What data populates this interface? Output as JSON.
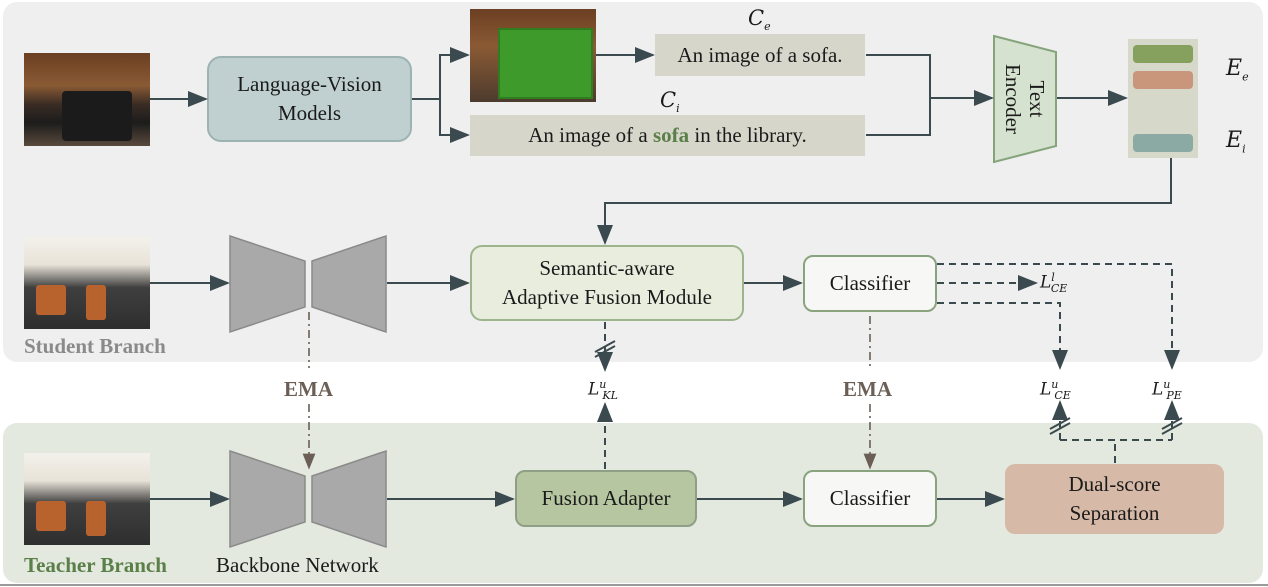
{
  "panels": {
    "student_label": "Student Branch",
    "teacher_label": "Teacher Branch"
  },
  "colors": {
    "student_panel": "#efefef",
    "teacher_panel": "#e4e9df",
    "student_label": "#8a8a8a",
    "teacher_label": "#5b7f48",
    "arrow": "#3b4a4f",
    "ema_arrow": "#6b5f55",
    "embed_e_green": "#86a05e",
    "embed_e_orange": "#c9967b",
    "embed_i_teal": "#8caaa4"
  },
  "images": {
    "library_photo": "library sofa photo",
    "segmented_photo": "segmented sofa photo",
    "student_scene": "3D indoor scene point cloud",
    "teacher_scene": "3D indoor scene point cloud"
  },
  "nodes": {
    "lvm": [
      "Language-Vision",
      "Models"
    ],
    "caption_e": "An image of a sofa.",
    "caption_i": {
      "pre": "An image of a ",
      "highlight": "sofa",
      "post": " in the library."
    },
    "caption_e_symbol": {
      "base": "C",
      "sub": "e"
    },
    "caption_i_symbol": {
      "base": "C",
      "sub": "i"
    },
    "text_encoder": [
      "Text",
      "Encoder"
    ],
    "embed_e_symbol": {
      "base": "E",
      "sub": "e"
    },
    "embed_i_symbol": {
      "base": "E",
      "sub": "i"
    },
    "samf": [
      "Semantic-aware",
      "Adaptive Fusion Module"
    ],
    "classifier_student": "Classifier",
    "fusion_adapter": "Fusion Adapter",
    "classifier_teacher": "Classifier",
    "dual_score": [
      "Dual-score",
      "Separation"
    ],
    "backbone_label": "Backbone Network",
    "ema_left": "EMA",
    "ema_right": "EMA"
  },
  "losses": {
    "l_ce_labeled": {
      "base": "L",
      "sub": "CE",
      "sup": "l"
    },
    "l_kl": {
      "base": "L",
      "sub": "KL",
      "sup": "u"
    },
    "l_ce_unlabeled": {
      "base": "L",
      "sub": "CE",
      "sup": "u"
    },
    "l_pe": {
      "base": "L",
      "sub": "PE",
      "sup": "u"
    }
  }
}
